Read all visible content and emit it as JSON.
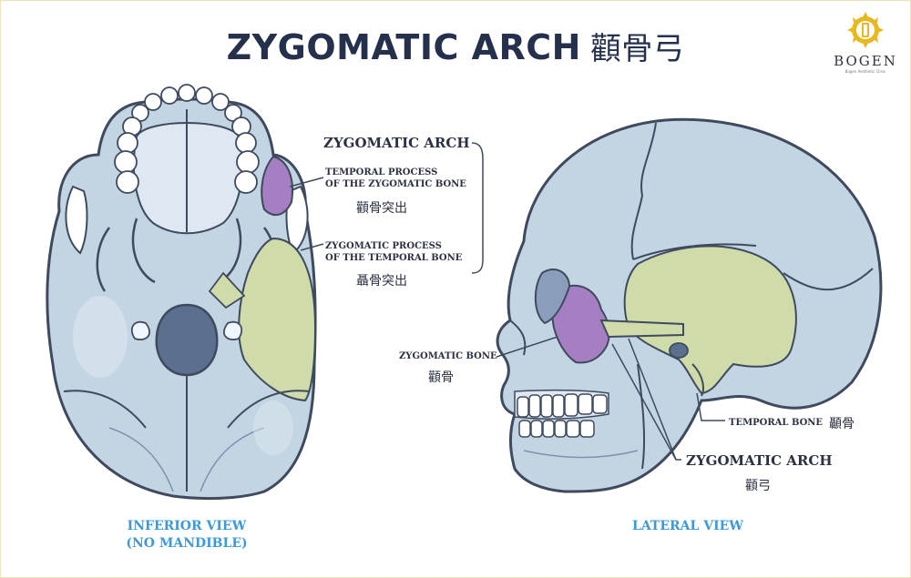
{
  "title": {
    "en": "ZYGOMATIC ARCH",
    "zh": "顴骨弓"
  },
  "logo": {
    "name": "BOGEN",
    "subtitle": "Bogen Aesthetic Clinic"
  },
  "inferior": {
    "arch_label": "ZYGOMATIC ARCH",
    "temporal_process": {
      "line1": "TEMPORAL PROCESS",
      "line2": "OF THE ZYGOMATIC BONE",
      "zh": "顴骨突出"
    },
    "zygomatic_process": {
      "line1": "ZYGOMATIC PROCESS",
      "line2": "OF THE TEMPORAL BONE",
      "zh": "聶骨突出"
    },
    "view_label": {
      "line1": "INFERIOR VIEW",
      "line2": "(NO MANDIBLE)"
    }
  },
  "lateral": {
    "zygomatic_bone": {
      "en": "ZYGOMATIC BONE",
      "zh": "顴骨"
    },
    "temporal_bone": {
      "en": "TEMPORAL BONE",
      "zh": "顳骨"
    },
    "arch": {
      "en": "ZYGOMATIC ARCH",
      "zh": "顴弓"
    },
    "view_label": "LATERAL VIEW"
  },
  "colors": {
    "bone": "#c3d4e3",
    "bone_light": "#dde8f2",
    "bone_dark": "#7e92ad",
    "outline": "#3f4a5e",
    "zygomatic": "#a57fc1",
    "temporal": "#cfdba8",
    "accent_blue": "#3d9ad6",
    "title": "#25304d",
    "logo_gold": "#e7b821"
  }
}
